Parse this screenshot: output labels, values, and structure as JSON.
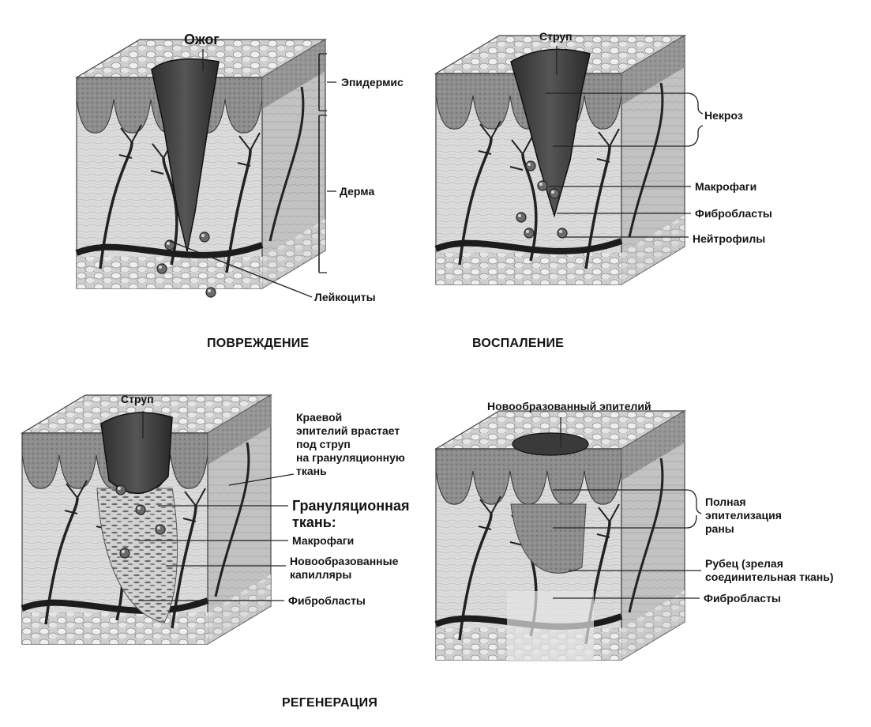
{
  "panels": {
    "injury": {
      "title": "ПОВРЕЖДЕНИЕ",
      "labels": {
        "burn": "Ожог",
        "epidermis": "Эпидермис",
        "dermis": "Дерма",
        "leukocytes": "Лейкоциты"
      }
    },
    "inflammation": {
      "title": "ВОСПАЛЕНИЕ",
      "labels": {
        "scab": "Струп",
        "necrosis": "Некроз",
        "macrophages": "Макрофаги",
        "fibroblasts": "Фибробласты",
        "neutrophils": "Нейтрофилы"
      }
    },
    "granulation": {
      "labels": {
        "scab": "Струп",
        "marginal_epithelium": "Краевой\nэпителий врастает\nпод струп\nна грануляционную\nткань",
        "granulation_tissue": "Грануляционная\nткань:",
        "macrophages": "Макрофаги",
        "new_capillaries": "Новообразованные\nкапилляры",
        "fibroblasts": "Фибробласты"
      }
    },
    "remodeling": {
      "labels": {
        "new_epithelium": "Новообразованный эпителий",
        "full_epithelization": "Полная\nэпителизация\nраны",
        "scar": "Рубец (зрелая\nсоединительная ткань)",
        "fibroblasts": "Фибробласты"
      }
    }
  },
  "caption": "РЕГЕНЕРАЦИЯ"
}
